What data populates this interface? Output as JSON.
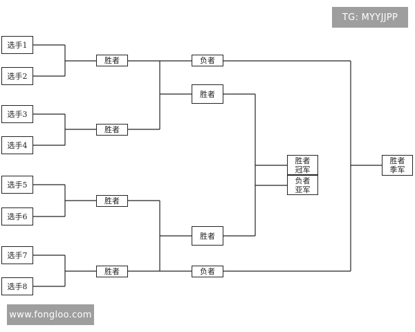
{
  "watermarks": {
    "top_right": "TG: MYYJJPP",
    "bottom_left": "www.fongloo.com"
  },
  "bracket": {
    "players": [
      "选手1",
      "选手2",
      "选手3",
      "选手4",
      "选手5",
      "选手6",
      "选手7",
      "选手8"
    ],
    "round1": [
      "胜者",
      "胜者",
      "胜者",
      "胜者"
    ],
    "semi_top": {
      "loser": "负者",
      "winner": "胜者"
    },
    "semi_bottom": {
      "winner": "胜者",
      "loser": "负者"
    },
    "final": {
      "champion": "胜者\n冠军",
      "runner_up": "负者\n亚军"
    },
    "third_place": "胜者\n季军"
  }
}
